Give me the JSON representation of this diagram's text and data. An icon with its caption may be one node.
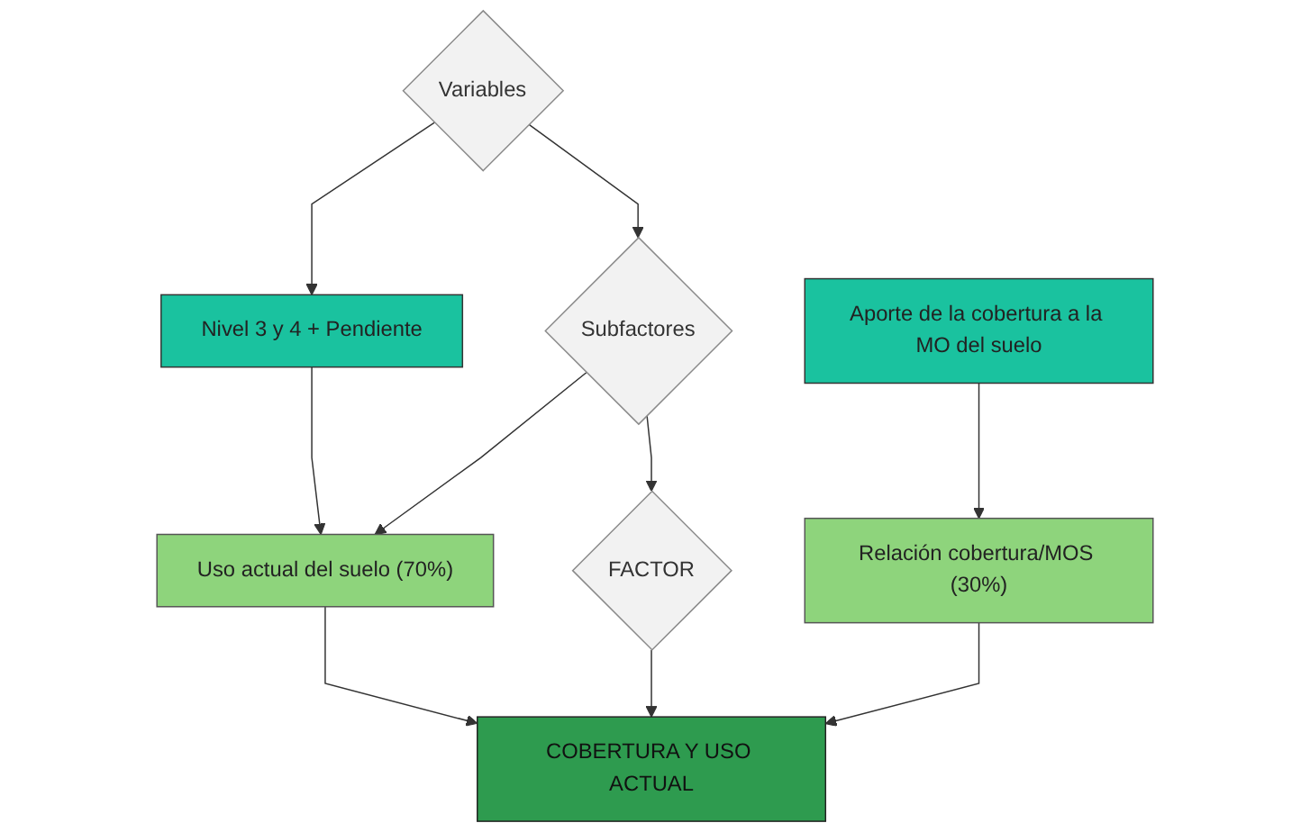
{
  "diagram": {
    "nodes": [
      {
        "text": [
          "Variables"
        ]
      },
      {
        "text": [
          "Nivel 3 y 4 + Pendiente"
        ]
      },
      {
        "text": [
          "Aporte de la cobertura a la MO del suelo"
        ]
      },
      {
        "text": [
          "Subfactores"
        ]
      },
      {
        "text": [
          "Uso actual del suelo (70%)"
        ]
      },
      {
        "text": [
          "Relación cobertura/MOS (30%)"
        ]
      },
      {
        "text": [
          "FACTOR"
        ]
      },
      {
        "text": [
          "COBERTURA Y USO ACTUAL"
        ]
      }
    ],
    "edges": [
      {
        "from": 0,
        "to": 1,
        "arrow": "to"
      },
      {
        "from": 0,
        "to": 3,
        "arrow": "to"
      },
      {
        "from": 1,
        "to": 4,
        "arrow": "to"
      },
      {
        "from": 2,
        "to": 5,
        "arrow": "to"
      },
      {
        "from": 3,
        "to": 4,
        "arrow": "to"
      },
      {
        "from": 3,
        "to": 6,
        "arrow": "to"
      },
      {
        "from": 4,
        "to": 7,
        "arrow": "to"
      },
      {
        "from": 5,
        "to": 7,
        "arrow": "to"
      },
      {
        "from": 6,
        "to": 7,
        "arrow": "to"
      }
    ]
  }
}
